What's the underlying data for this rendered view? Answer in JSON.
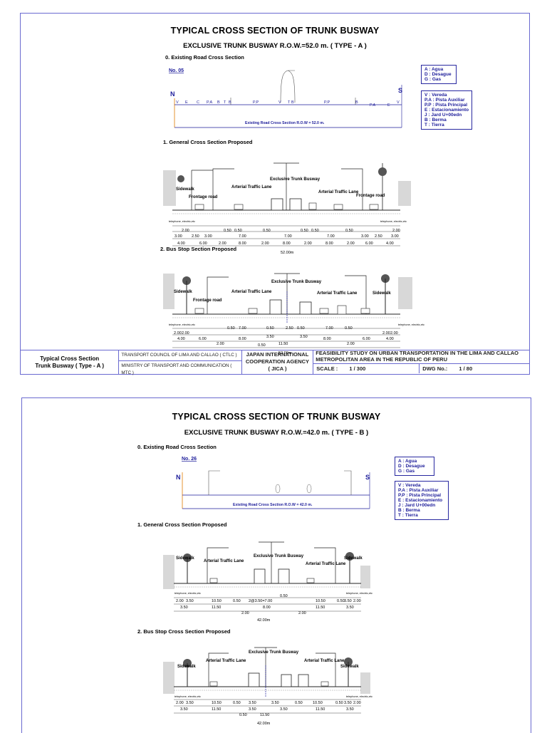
{
  "sheet_a": {
    "title": "TYPICAL  CROSS SECTION OF  TRUNK BUSWAY",
    "subtitle": "EXCLUSIVE TRUNK BUSWAY R.O.W.=52.0 m.  ( TYPE - A )",
    "sec0": "0. Existing Road Cross Section",
    "sec1": "1. General Cross Section Proposed",
    "sec2": "2. Bus Stop Section Proposed",
    "station_no": "No. 05",
    "north": "N",
    "south": "S",
    "existing_caption": "Existing Road Cross Section R.O.W = 52.0 m.",
    "existing_codes": [
      "V",
      "E",
      "C",
      "P.A",
      "B",
      "T",
      "B",
      "P.P",
      "V",
      "T",
      "B",
      "P.P",
      "B",
      "P.A",
      "E",
      "V"
    ],
    "labels": {
      "sidewalk": "Sidewalk",
      "frontage": "Frontage road",
      "arterial": "Arterial Traffic Lane",
      "busway": "Exclusive Trunk Busway",
      "telephone": "telephone, electric,etc"
    },
    "general_dims_row1": [
      "2.00",
      "0.50",
      "0.50",
      "0.50",
      "0.50",
      "0.50",
      "0.50",
      "2.00"
    ],
    "general_dims_row2": [
      "3.00",
      "2.50",
      "3.00",
      "7.00",
      "7.00",
      "7.00",
      "3.00",
      "2.50",
      "3.00"
    ],
    "general_dims_row3": [
      "4.00",
      "6.00",
      "2.00",
      "8.00",
      "2.00",
      "8.00",
      "2.00",
      "8.00",
      "2.00",
      "6.00",
      "4.00"
    ],
    "general_total": "52.00m",
    "busstop_dims_row1": [
      "2.00",
      "2.00",
      "0.50",
      "7.00",
      "0.50",
      "2.50",
      "0.50",
      "7.00",
      "0.50",
      "2.00",
      "2.00"
    ],
    "busstop_dims_row2": [
      "4.00",
      "6.00",
      "8.00",
      "3.50",
      "3.50",
      "8.00",
      "6.00",
      "4.00"
    ],
    "busstop_dims_row3": [
      "2.00",
      "0.50",
      "11.50",
      "2.00"
    ],
    "busstop_total": "52.00m",
    "legend1": [
      "A   : Agua",
      "D   : Desague",
      "G   : Gas"
    ],
    "legend2": [
      "V    : Vereda",
      "P.A : Pista Auxiliar",
      "P.P : Pista Principal",
      "E    : Estacionamiento",
      "J    : Jard U+00edn",
      "B    : Berma",
      "T    : Tierra"
    ],
    "titleblock": {
      "drawing_title_1": "Typical Cross Section",
      "drawing_title_2": "Trunk Busway  ( Type - A )",
      "council_1": "TRANSPORT COUNCIL OF LIMA AND CALLAO ( CTLC )",
      "council_2": "MINISTRY OF TRANSPORT AND COMMUNICATION  ( MTC )",
      "jica_1": "JAPAN  INTERNATIONAL",
      "jica_2": "COOPERATION AGENCY",
      "jica_3": "( JICA )",
      "study": "FEASIBILITY STUDY ON URBAN TRANSPORTATION IN THE LIMA AND CALLAO METROPOLITAN AREA IN THE REPUBLIC OF PERU",
      "scale_label": "SCALE :",
      "scale_value": "1 / 300",
      "dwg_label": "DWG No.:",
      "dwg_value": "1 / 80"
    }
  },
  "sheet_b": {
    "title": "TYPICAL  CROSS SECTION OF  TRUNK BUSWAY",
    "subtitle": "EXCLUSIVE TRUNK BUSWAY R.O.W.=42.0 m.  ( TYPE - B )",
    "sec0": "0. Existing Road Cross Section",
    "sec1": "1. General Cross Section Proposed",
    "sec2": "2. Bus Stop Cross Section Proposed",
    "station_no": "No. 26",
    "north": "N",
    "south": "S",
    "existing_caption": "Existing Road Cross Section R.O.W = 42.0 m.",
    "labels": {
      "sidewalk": "Sidewalk",
      "arterial": "Arterial Traffic Lane",
      "busway": "Exclusive Trunk Busway",
      "telephone": "telephone, electric,etc"
    },
    "general_dims_row1": [
      "2.00",
      "3.50",
      "10.50",
      "0.50",
      "2@3.50=7.00",
      "0.50",
      "10.50",
      "0.50",
      "3.50",
      "2.00"
    ],
    "general_dims_row2": [
      "3.50",
      "11.50",
      "2.00",
      "8.00",
      "2.00",
      "11.50",
      "3.50"
    ],
    "general_total": "42.00m",
    "busstop_dims_row1": [
      "2.00",
      "3.50",
      "10.50",
      "0.50",
      "3.50",
      "3.50",
      "0.50",
      "10.50",
      "0.50",
      "3.50",
      "2.00"
    ],
    "busstop_dims_row2": [
      "3.50",
      "11.50",
      "3.50",
      "3.50",
      "11.50",
      "3.50"
    ],
    "busstop_dims_row3": [
      "0.50",
      "11.50"
    ],
    "busstop_total": "42.00m",
    "legend1": [
      "A   : Agua",
      "D   : Desague",
      "G   : Gas"
    ],
    "legend2": [
      "V    : Vereda",
      "P.A : Pista Auxiliar",
      "P.P : Pista Principal",
      "E    : Estacionamiento",
      "J    : Jard U+00edn",
      "B    : Berma",
      "T    : Tierra"
    ]
  }
}
